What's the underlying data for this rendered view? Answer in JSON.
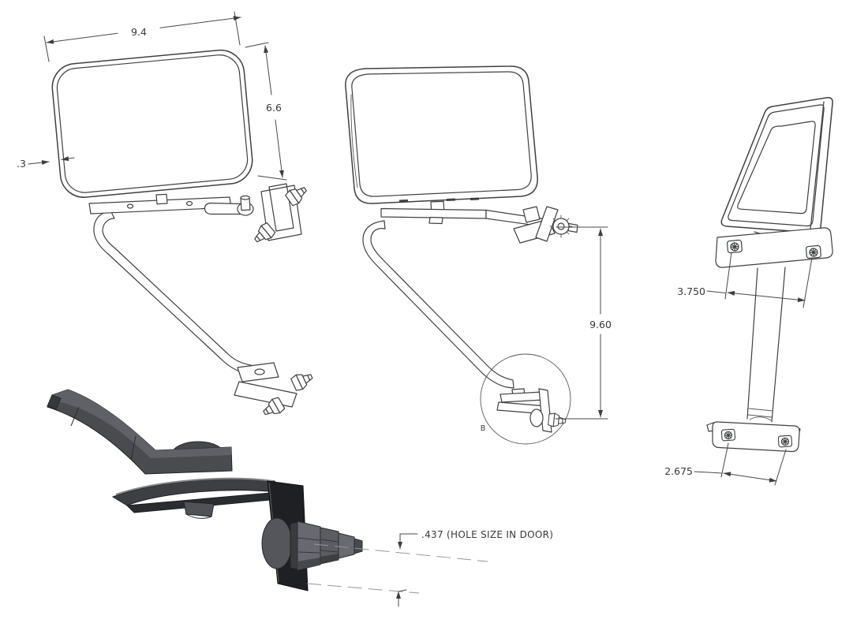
{
  "drawing": {
    "type": "cad-technical-drawing",
    "subject": "side-mirror-assembly",
    "colors": {
      "background": "#ffffff",
      "line": "#3f4042",
      "dimension": "#47484a",
      "text": "#3a3a3c",
      "shade_dark": "#1f2023",
      "shade_mid": "#4a4b4f",
      "shade_light": "#606166"
    }
  },
  "views": {
    "front_view": {
      "dim_width": "9.4",
      "dim_height": "6.6",
      "dim_bezel": ".3"
    },
    "rear_view": {
      "dim_mount_height": "9.60",
      "detail_label": "B"
    },
    "side_view": {
      "dim_top_spacing": "3.750",
      "dim_bottom_spacing": "2.675"
    },
    "detail_view": {
      "annotation": ".437 (HOLE SIZE IN DOOR)"
    }
  }
}
